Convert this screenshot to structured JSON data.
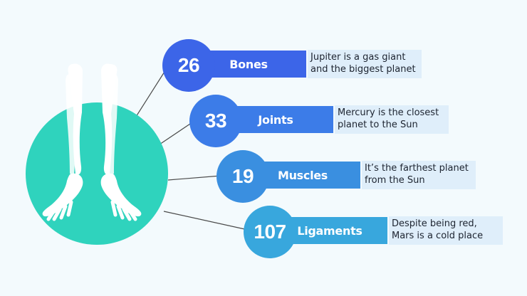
{
  "colors": {
    "background": "#f3fafd",
    "hero_circle": "#2fd3bd",
    "bones": "#3c65e8",
    "joints": "#3c7ce8",
    "muscles": "#3a8fe0",
    "ligaments": "#38a7dd",
    "desc_box": "#dfeefa"
  },
  "icon": "legs-bones-icon",
  "items": [
    {
      "number": "26",
      "label": "Bones",
      "desc_line1": "Jupiter is a gas giant",
      "desc_line2": "and the biggest planet"
    },
    {
      "number": "33",
      "label": "Joints",
      "desc_line1": "Mercury is the closest",
      "desc_line2": "planet to the Sun"
    },
    {
      "number": "19",
      "label": "Muscles",
      "desc_line1": "It’s the farthest planet",
      "desc_line2": "from the Sun"
    },
    {
      "number": "107",
      "label": "Ligaments",
      "desc_line1": "Despite being red,",
      "desc_line2": "Mars is a cold place"
    }
  ]
}
